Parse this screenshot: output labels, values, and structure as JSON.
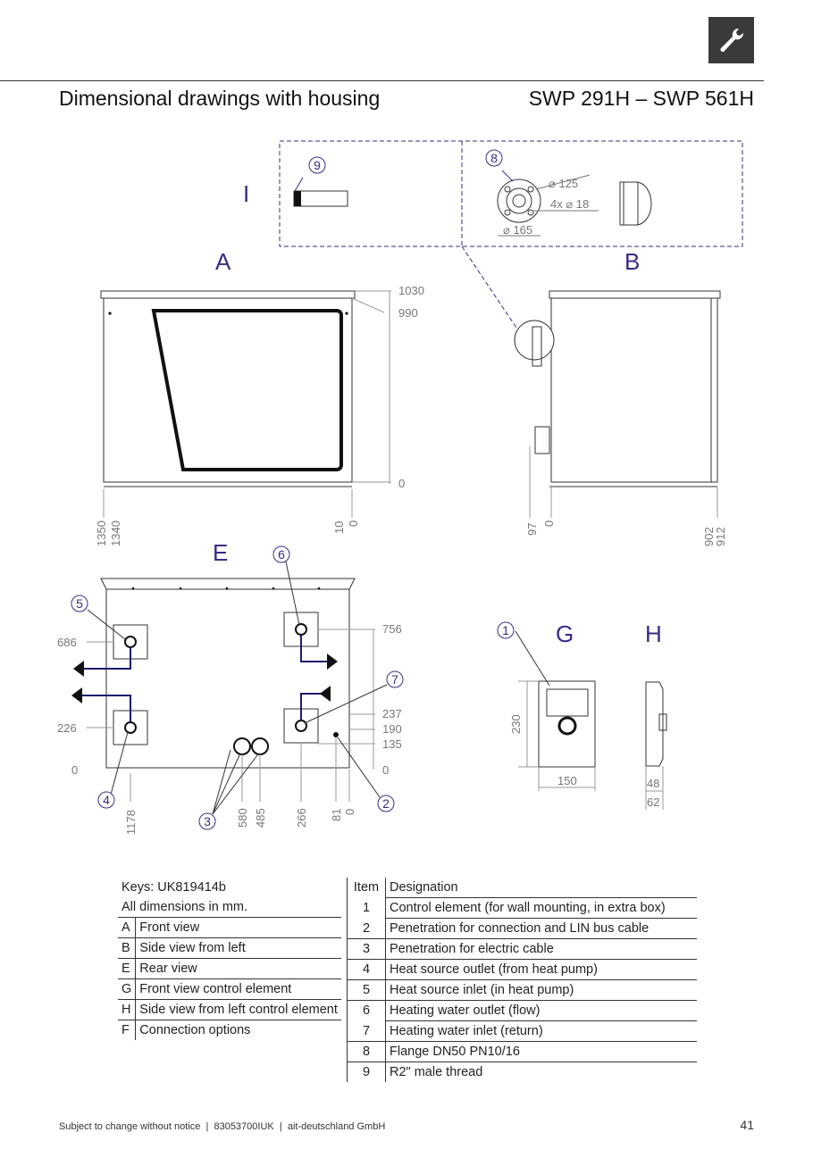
{
  "header": {
    "title": "Dimensional drawings with housing",
    "model": "SWP 291H – SWP 561H",
    "icon": "wrench-icon"
  },
  "drawing": {
    "views": [
      "I",
      "A",
      "B",
      "E",
      "G",
      "H"
    ],
    "detail_flange": {
      "d125": "125",
      "holes": "4x",
      "d18": "18",
      "d165": "165"
    },
    "front_dims": [
      "1030",
      "990",
      "0",
      "1350",
      "1340",
      "10",
      "0"
    ],
    "side_dims": [
      "97",
      "0",
      "902",
      "912"
    ],
    "rear_dims": [
      "686",
      "226",
      "0",
      "756",
      "237",
      "190",
      "135",
      "0",
      "1178",
      "580",
      "485",
      "266",
      "81",
      "0"
    ],
    "control_dims": [
      "230",
      "150",
      "48",
      "62"
    ],
    "callouts": [
      "1",
      "2",
      "3",
      "4",
      "5",
      "6",
      "7",
      "8",
      "9"
    ]
  },
  "keys": {
    "title": "Keys: UK819414b",
    "note": "All dimensions in mm.",
    "rows": [
      {
        "code": "A",
        "label": "Front view"
      },
      {
        "code": "B",
        "label": "Side view from left"
      },
      {
        "code": "E",
        "label": "Rear view"
      },
      {
        "code": "G",
        "label": "Front view control element"
      },
      {
        "code": "H",
        "label": "Side view from left control element"
      },
      {
        "code": "F",
        "label": "Connection options"
      }
    ]
  },
  "items": {
    "col_item": "Item",
    "col_designation": "Designation",
    "rows": [
      {
        "item": "1",
        "designation": "Control element (for wall mounting, in extra box)"
      },
      {
        "item": "2",
        "designation": "Penetration for connection and LIN bus cable"
      },
      {
        "item": "3",
        "designation": "Penetration for electric cable"
      },
      {
        "item": "4",
        "designation": "Heat source outlet (from heat pump)"
      },
      {
        "item": "5",
        "designation": "Heat source inlet (in heat pump)"
      },
      {
        "item": "6",
        "designation": "Heating water outlet (flow)"
      },
      {
        "item": "7",
        "designation": "Heating water inlet (return)"
      },
      {
        "item": "8",
        "designation": "Flange DN50 PN10/16"
      },
      {
        "item": "9",
        "designation": "R2\" male thread"
      }
    ]
  },
  "footer": {
    "text": "Subject to change without notice  |  83053700IUK  |  ait-deutschland GmbH",
    "page": "41"
  }
}
